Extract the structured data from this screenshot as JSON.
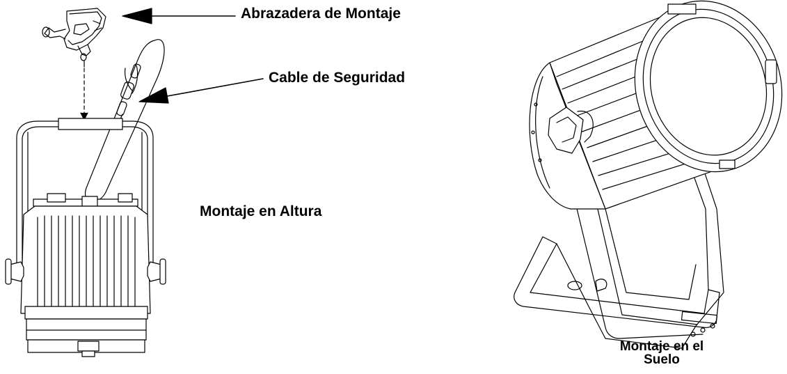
{
  "labels": {
    "clamp": "Abrazadera de Montaje",
    "safety_cable": "Cable de Seguridad",
    "overhead": "Montaje en Altura",
    "floor": "Montaje en el Suelo"
  },
  "colors": {
    "line": "#000000",
    "background": "#ffffff"
  }
}
